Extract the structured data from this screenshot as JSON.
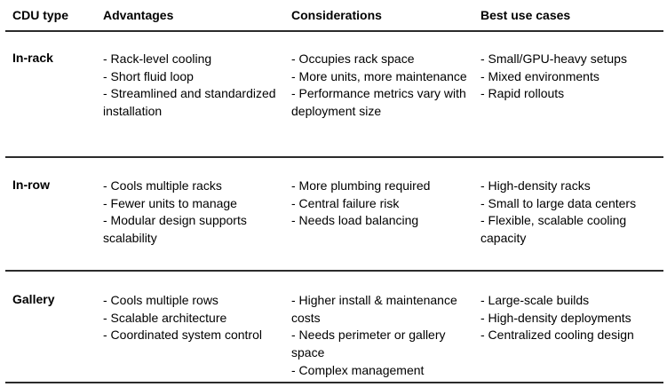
{
  "headers": [
    "CDU type",
    "Advantages",
    "Considerations",
    "Best use cases"
  ],
  "rows": [
    {
      "type": "In-rack",
      "advantages": [
        "- Rack-level cooling",
        "- Short fluid loop",
        "-  Streamlined and standardized installation"
      ],
      "considerations": [
        "- Occupies rack space",
        "- More units, more maintenance",
        "- Performance metrics vary with deployment size"
      ],
      "best_use_cases": [
        "- Small/GPU-heavy setups",
        "- Mixed environments",
        "- Rapid rollouts"
      ]
    },
    {
      "type": "In-row",
      "advantages": [
        "- Cools multiple racks",
        "- Fewer units to manage",
        "-  Modular design supports scalability"
      ],
      "considerations": [
        "- More plumbing required",
        "- Central failure risk",
        "- Needs load balancing"
      ],
      "best_use_cases": [
        "- High-density racks",
        "- Small to large data centers",
        "- Flexible, scalable cooling capacity"
      ]
    },
    {
      "type": "Gallery",
      "advantages": [
        "- Cools multiple rows",
        "- Scalable architecture",
        "- Coordinated system control"
      ],
      "considerations": [
        "- Higher install & maintenance costs",
        "- Needs perimeter or gallery space",
        "- Complex management"
      ],
      "best_use_cases": [
        "- Large-scale builds",
        "- High-density deployments",
        "- Centralized cooling design"
      ]
    }
  ]
}
